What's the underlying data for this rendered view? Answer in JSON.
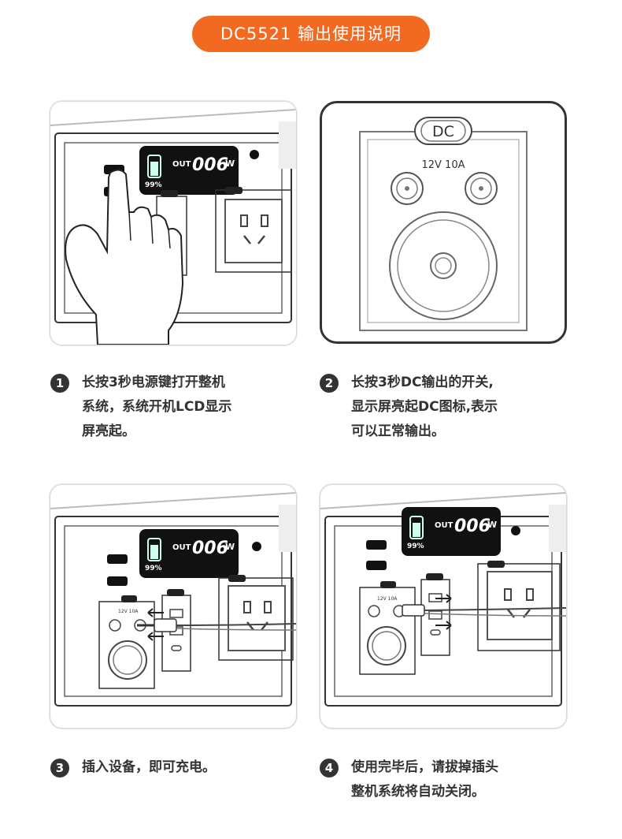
{
  "header": {
    "title": "DC5521 输出使用说明"
  },
  "lcd": {
    "out_label": "OUT",
    "watts": "006",
    "unit": "W",
    "battery": "99%"
  },
  "dc_panel": {
    "badge": "DC",
    "rating": "12V 10A",
    "small_rating": "12V 10A"
  },
  "steps": [
    {
      "num": "1",
      "text": "长按3秒电源键打开整机\n系统，系统开机LCD显示\n屏亮起。"
    },
    {
      "num": "2",
      "text": "长按3秒DC输出的开关,\n显示屏亮起DC图标,表示\n可以正常输出。"
    },
    {
      "num": "3",
      "text": "插入设备，即可充电。"
    },
    {
      "num": "4",
      "text": "使用完毕后，请拔掉插头\n整机系统将自动关闭。"
    }
  ]
}
